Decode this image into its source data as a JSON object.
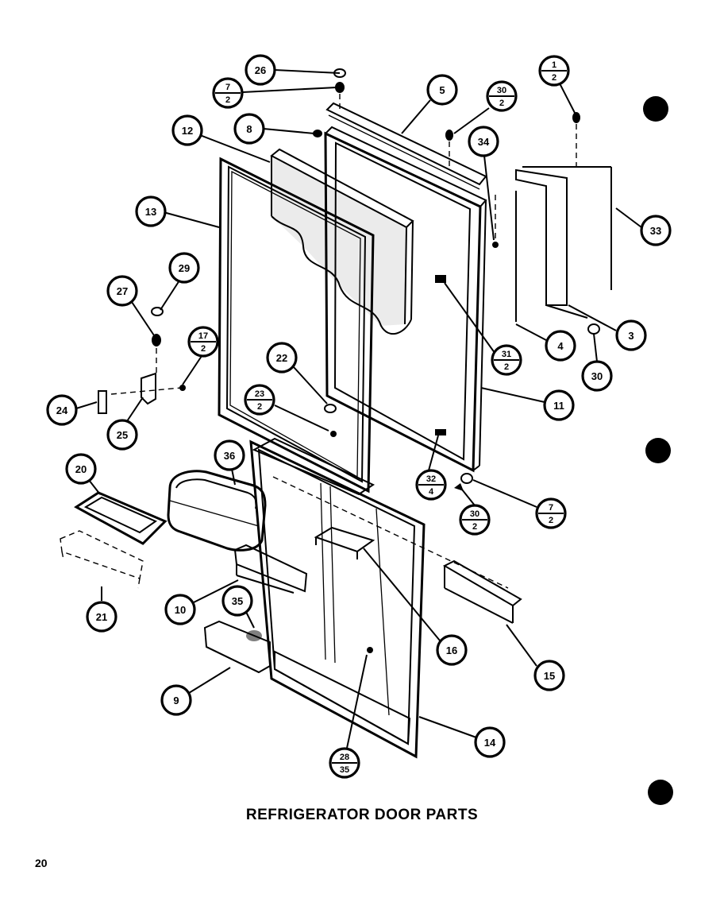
{
  "title": "REFRIGERATOR DOOR PARTS",
  "page_number": "20",
  "callouts": [
    {
      "id": "c26",
      "label": "26"
    },
    {
      "id": "c7-2-top",
      "num": "7",
      "den": "2"
    },
    {
      "id": "c8",
      "label": "8"
    },
    {
      "id": "c12",
      "label": "12"
    },
    {
      "id": "c5",
      "label": "5"
    },
    {
      "id": "c30-2-top",
      "num": "30",
      "den": "2"
    },
    {
      "id": "c1-2",
      "num": "1",
      "den": "2"
    },
    {
      "id": "c34",
      "label": "34"
    },
    {
      "id": "c33",
      "label": "33"
    },
    {
      "id": "c13",
      "label": "13"
    },
    {
      "id": "c29",
      "label": "29"
    },
    {
      "id": "c27",
      "label": "27"
    },
    {
      "id": "c31-2",
      "num": "31",
      "den": "2"
    },
    {
      "id": "c4",
      "label": "4"
    },
    {
      "id": "c3",
      "label": "3"
    },
    {
      "id": "c30",
      "label": "30"
    },
    {
      "id": "c17-2",
      "num": "17",
      "den": "2"
    },
    {
      "id": "c22",
      "label": "22"
    },
    {
      "id": "c23-2",
      "num": "23",
      "den": "2"
    },
    {
      "id": "c11",
      "label": "11"
    },
    {
      "id": "c24",
      "label": "24"
    },
    {
      "id": "c25",
      "label": "25"
    },
    {
      "id": "c36",
      "label": "36"
    },
    {
      "id": "c20",
      "label": "20"
    },
    {
      "id": "c32-4",
      "num": "32",
      "den": "4"
    },
    {
      "id": "c30-2-bot",
      "num": "30",
      "den": "2"
    },
    {
      "id": "c7-2-bot",
      "num": "7",
      "den": "2"
    },
    {
      "id": "c21",
      "label": "21"
    },
    {
      "id": "c10",
      "label": "10"
    },
    {
      "id": "c35",
      "label": "35"
    },
    {
      "id": "c16",
      "label": "16"
    },
    {
      "id": "c15",
      "label": "15"
    },
    {
      "id": "c9",
      "label": "9"
    },
    {
      "id": "c14",
      "label": "14"
    },
    {
      "id": "c28-35",
      "num": "28",
      "den": "35"
    }
  ]
}
